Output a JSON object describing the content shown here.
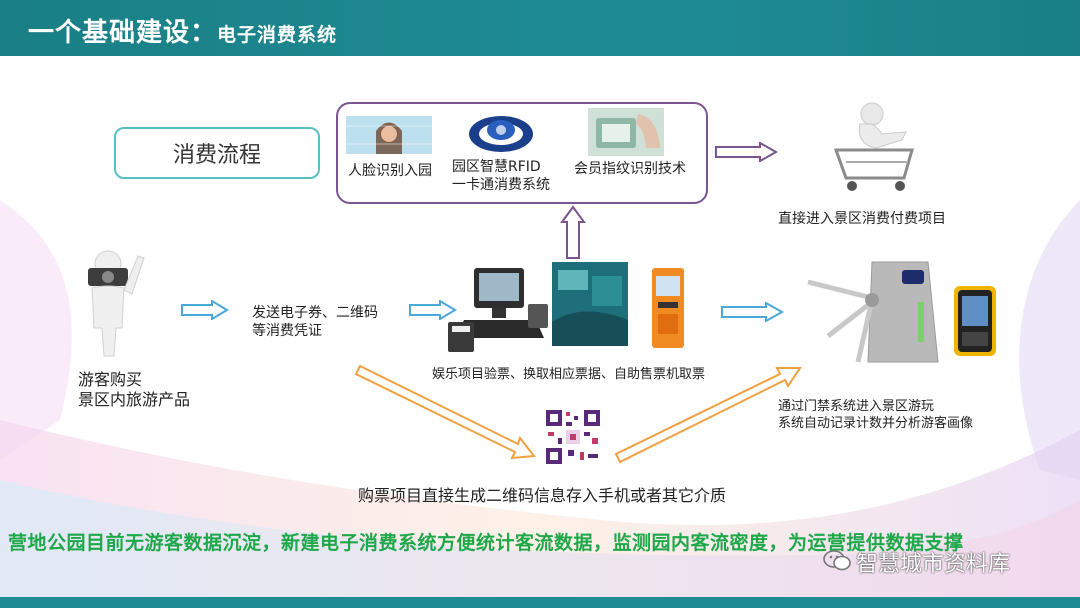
{
  "header": {
    "title": "一个基础建设：",
    "subtitle": "电子消费系统"
  },
  "flow_label": "消费流程",
  "methods": [
    {
      "label": "人脸识别入园"
    },
    {
      "label": "园区智慧RFID\n一卡通消费系统"
    },
    {
      "label": "会员指纹识别技术"
    }
  ],
  "right_top_label": "直接进入景区消费付费项目",
  "tourist_label": "游客购买\n景区内旅游产品",
  "voucher_label": "发送电子券、二维码\n等消费凭证",
  "kiosk_label": "娱乐项目验票、换取相应票据、自助售票机取票",
  "gate_label": "通过门禁系统进入景区游玩\n系统自动记录计数并分析游客画像",
  "qr_label": "购票项目直接生成二维码信息存入手机或者其它介质",
  "bottom_statement": "营地公园目前无游客数据沉淀，新建电子消费系统方便统计客流数据，监测园内客流密度，为运营提供数据支撑",
  "watermark": "智慧城市资料库",
  "colors": {
    "header_bg": "#1a7f86",
    "flow_box_border": "#58bfc5",
    "methods_box_border": "#7b5591",
    "arrow_blue": "#4aa8d8",
    "arrow_orange": "#f0a040",
    "statement_green": "#1ea84a"
  }
}
